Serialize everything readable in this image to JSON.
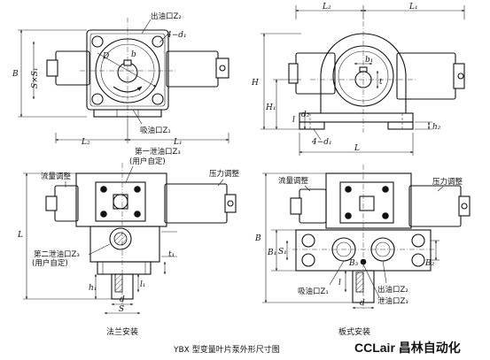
{
  "views": {
    "top_left": {
      "outlet_label": "出油口Z₂",
      "holes_label": "4−d₁",
      "inlet_label": "吸油口Z₁",
      "dim_D": "D",
      "dim_b": "b",
      "dim_B": "B",
      "dim_S_S1": "S×S₁",
      "dim_L2": "L₂",
      "dim_L1": "L₁"
    },
    "top_right": {
      "dim_L2": "L₂",
      "dim_L1": "L₁",
      "dim_H": "H",
      "dim_H1": "H₁",
      "dim_b1": "b₁",
      "dim_t": "t",
      "dim_d2": "d₂",
      "dim_h2": "h₂",
      "dim_l": "l",
      "holes_label": "4−d₁",
      "dim_L": "L"
    },
    "bottom_left": {
      "drain_port_label": "第一泄油口Z₃",
      "drain_port_note": "(用户自定)",
      "flow_adjust_label": "流量调整",
      "pressure_adjust_label": "压力调整",
      "drain_port2_label": "第二泄油口Z₃",
      "drain_port2_note": "(用户自定)",
      "dim_L": "L",
      "dim_h1": "h₁",
      "dim_t1": "t₁",
      "dim_l1": "l₁",
      "dim_d": "d",
      "dim_S": "S",
      "caption": "法兰安装"
    },
    "bottom_right": {
      "flow_adjust_label": "流量调整",
      "pressure_adjust_label": "压力调整",
      "dim_B": "B",
      "dim_B1": "B₁",
      "dim_S1": "S₁",
      "dim_B3": "B₃",
      "dim_B2": "B₂",
      "dim_l": "l",
      "dim_d": "d",
      "inlet_label": "吸油口Z₁",
      "outlet_label": "出油口Z₂",
      "drain_label": "泄油口Z₃",
      "caption": "板式安装"
    }
  },
  "figure_caption": "YBX 型变量叶片泵外形尺寸图",
  "watermark": "CCLair 昌林自动化"
}
